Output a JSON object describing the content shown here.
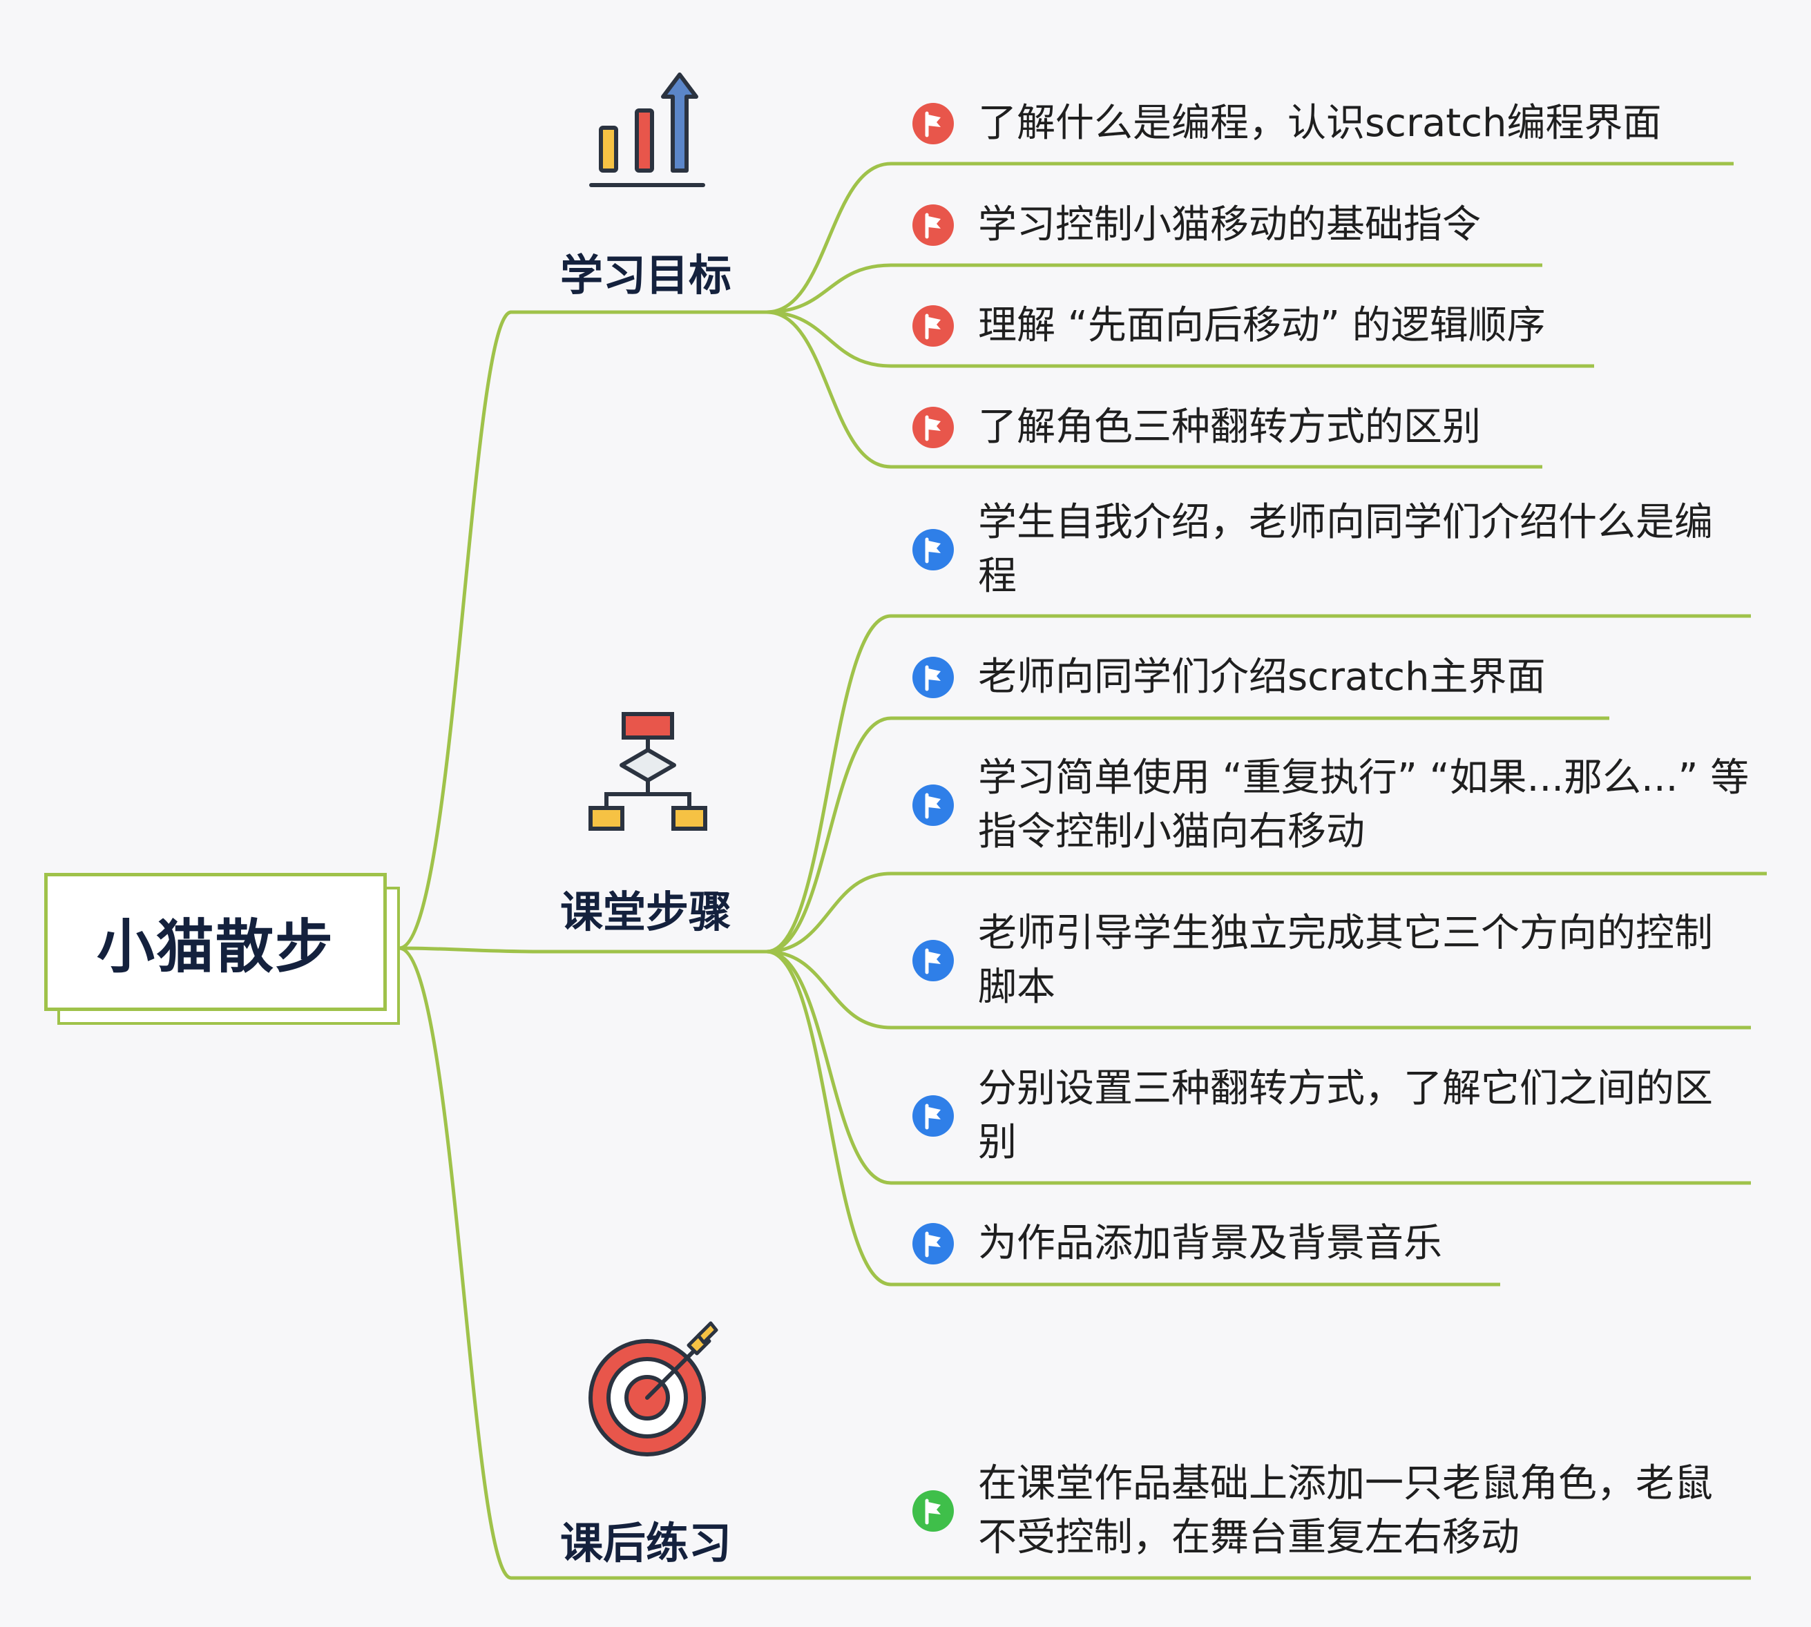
{
  "root": {
    "label": "小猫散步"
  },
  "colors": {
    "connector": "#9fc24a",
    "goal_flag": "#e8564b",
    "step_flag": "#2f7fe8",
    "practice_flag": "#3fbf4a",
    "title_text": "#14213d",
    "background": "#f7f7f9"
  },
  "branches": [
    {
      "label": "学习目标",
      "icon": "bar-chart-icon",
      "flag_color": "#e8564b",
      "items": [
        "了解什么是编程，认识scratch编程界面",
        "学习控制小猫移动的基础指令",
        "理解 “先面向后移动” 的逻辑顺序",
        "了解角色三种翻转方式的区别"
      ]
    },
    {
      "label": "课堂步骤",
      "icon": "flowchart-icon",
      "flag_color": "#2f7fe8",
      "items": [
        "学生自我介绍，老师向同学们介绍什么是编程",
        "老师向同学们介绍scratch主界面",
        "学习简单使用 “重复执行” “如果...那么...” 等指令控制小猫向右移动",
        "老师引导学生独立完成其它三个方向的控制脚本",
        "分别设置三种翻转方式，了解它们之间的区别",
        "为作品添加背景及背景音乐"
      ]
    },
    {
      "label": "课后练习",
      "icon": "target-icon",
      "flag_color": "#3fbf4a",
      "items": [
        "在课堂作品基础上添加一只老鼠角色，老鼠不受控制，在舞台重复左右移动"
      ]
    }
  ]
}
